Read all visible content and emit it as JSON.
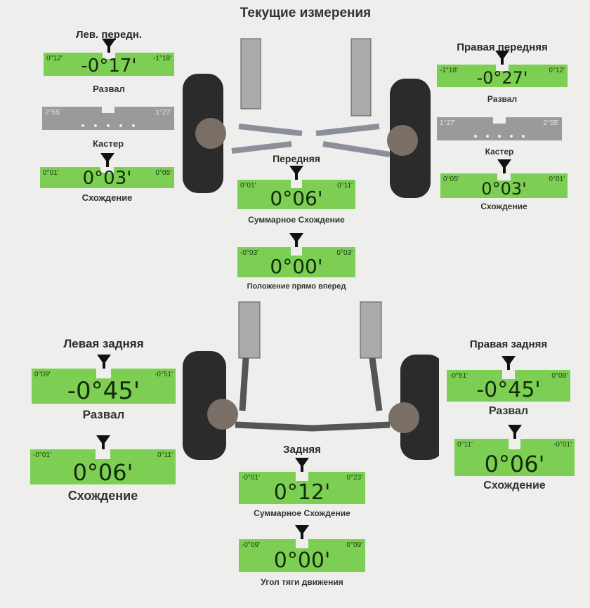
{
  "title": "Текущие измерения",
  "gauges": [
    {
      "id": "lf-camber",
      "title": "Лев. передн.",
      "min": "0°12'",
      "max": "-1°18'",
      "value": "-0°17'",
      "label": "Развал",
      "kind": "green"
    },
    {
      "id": "lf-caster",
      "title": "",
      "min": "2°55'",
      "max": "1°27'",
      "value": "",
      "label": "Кастер",
      "kind": "gray"
    },
    {
      "id": "lf-toe",
      "title": "",
      "min": "0°01'",
      "max": "0°05'",
      "value": "0°03'",
      "label": "Схождение",
      "kind": "green"
    },
    {
      "id": "rf-camber",
      "title": "Правая передняя",
      "min": "-1°18'",
      "max": "0°12'",
      "value": "-0°27'",
      "label": "Развал",
      "kind": "green"
    },
    {
      "id": "rf-caster",
      "title": "",
      "min": "1°27'",
      "max": "2°55'",
      "value": "",
      "label": "Кастер",
      "kind": "gray"
    },
    {
      "id": "rf-toe",
      "title": "",
      "min": "0°05'",
      "max": "0°01'",
      "value": "0°03'",
      "label": "Схождение",
      "kind": "green"
    },
    {
      "id": "front-total-toe",
      "title": "Передняя",
      "min": "0°01'",
      "max": "0°11'",
      "value": "0°06'",
      "label": "Суммарное Схождение",
      "kind": "green"
    },
    {
      "id": "straight-ahead",
      "title": "",
      "min": "-0°03'",
      "max": "0°03'",
      "value": "0°00'",
      "label": "Положение прямо вперед",
      "kind": "green"
    },
    {
      "id": "lr-camber",
      "title": "Левая задняя",
      "min": "0°09'",
      "max": "-0°51'",
      "value": "-0°45'",
      "label": "Развал",
      "kind": "green"
    },
    {
      "id": "lr-toe",
      "title": "",
      "min": "-0°01'",
      "max": "0°11'",
      "value": "0°06'",
      "label": "Схождение",
      "kind": "green"
    },
    {
      "id": "rr-camber",
      "title": "Правая задняя",
      "min": "-0°51'",
      "max": "0°09'",
      "value": "-0°45'",
      "label": "Развал",
      "kind": "green"
    },
    {
      "id": "rr-toe",
      "title": "",
      "min": "0°11'",
      "max": "-0°01'",
      "value": "0°06'",
      "label": "Схождение",
      "kind": "green"
    },
    {
      "id": "rear-total-toe",
      "title": "Задняя",
      "min": "-0°01'",
      "max": "0°23'",
      "value": "0°12'",
      "label": "Суммарное Схождение",
      "kind": "green"
    },
    {
      "id": "thrust-angle",
      "title": "",
      "min": "-0°09'",
      "max": "0°09'",
      "value": "0°00'",
      "label": "Угол тяги движения",
      "kind": "green"
    }
  ]
}
